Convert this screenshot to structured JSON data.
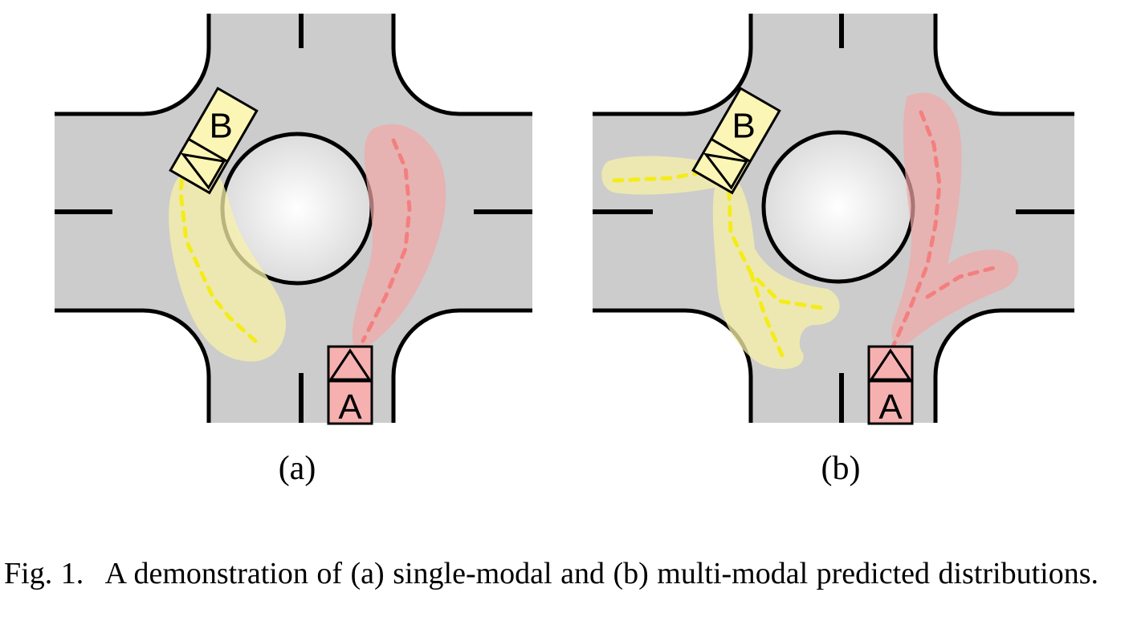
{
  "panels": [
    {
      "id": "a",
      "label": "(a)",
      "car_a": "A",
      "car_b": "B"
    },
    {
      "id": "b",
      "label": "(b)",
      "car_a": "A",
      "car_b": "B"
    }
  ],
  "caption": {
    "figure_number": "Fig. 1.",
    "text": "A demonstration of (a) single-modal and (b) multi-modal predicted distributions."
  },
  "colors": {
    "road": "#cccccc",
    "road_edge": "#000000",
    "island_center": "#ffffff",
    "island_edge": "#dcdcdc",
    "car_a_fill": "#f6b0b0",
    "car_b_fill": "#fbf6b5",
    "dist_a": "#f2a6a6",
    "dist_b": "#f8f2a8",
    "path_a": "#f47f7f",
    "path_b": "#f3ec1a"
  }
}
